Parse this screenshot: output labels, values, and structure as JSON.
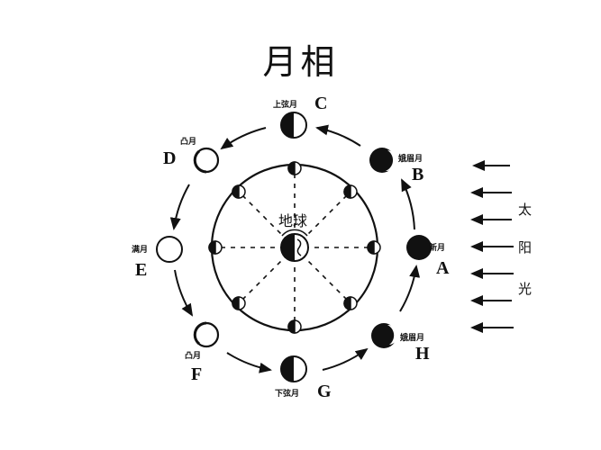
{
  "title": "月相",
  "center": {
    "label": "地球"
  },
  "sunlight": {
    "chars": [
      "太",
      "阳",
      "光"
    ],
    "arrow_count": 7
  },
  "phases": [
    {
      "letter": "A",
      "name": "新月"
    },
    {
      "letter": "B",
      "name": "娥眉月"
    },
    {
      "letter": "C",
      "name": "上弦月"
    },
    {
      "letter": "D",
      "name": "凸月"
    },
    {
      "letter": "E",
      "name": "满月"
    },
    {
      "letter": "F",
      "name": "凸月"
    },
    {
      "letter": "G",
      "name": "下弦月"
    },
    {
      "letter": "H",
      "name": "娥眉月"
    }
  ],
  "colors": {
    "ink": "#111111",
    "background": "#ffffff"
  }
}
